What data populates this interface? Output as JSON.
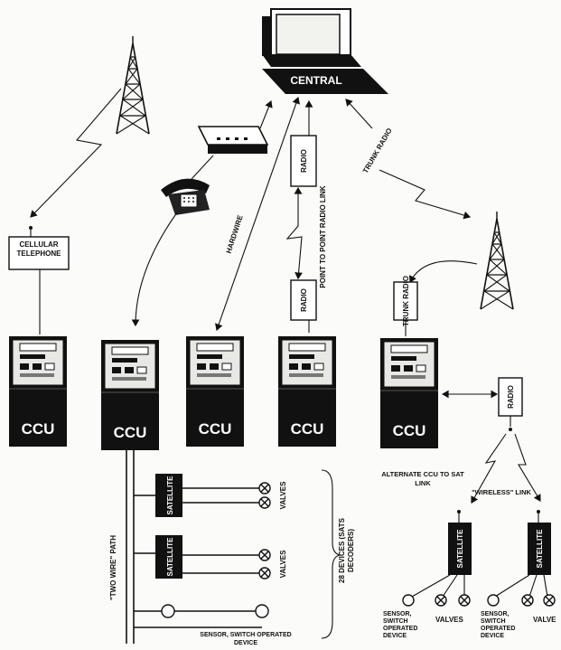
{
  "central": {
    "label": "CENTRAL"
  },
  "ccu_units": [
    {
      "label": "CCU"
    },
    {
      "label": "CCU"
    },
    {
      "label": "CCU"
    },
    {
      "label": "CCU"
    },
    {
      "label": "CCU"
    }
  ],
  "links": {
    "cellular_telephone": "CELLULAR TELEPHONE",
    "hardwire": "HARDWIRE",
    "radio_top": "RADIO",
    "radio_mid": "RADIO",
    "radio_right": "RADIO",
    "point_to_point": "POINT TO POINT RADIO LINK",
    "trunk_radio_top": "TRUNK RADIO",
    "trunk_radio_mid": "TRUNK RADIO"
  },
  "two_wire": {
    "path_label": "\"TWO WIRE\" PATH",
    "satellite_1": "SATELLITE",
    "satellite_2": "SATELLITE",
    "valves_1": "VALVES",
    "valves_2": "VALVES",
    "devices": "28 DEVICES (SATS DECODERS)",
    "sensor": "SENSOR, SWITCH OPERATED DEVICE"
  },
  "wireless": {
    "alternate": "ALTERNATE CCU TO SAT LINK",
    "wireless_link": "\"WIRELESS\" LINK",
    "satellite_a": "SATELLITE",
    "satellite_b": "SATELLITE",
    "sensor_a": "SENSOR, SWITCH OPERATED DEVICE",
    "valves_a": "VALVES",
    "sensor_b": "SENSOR, SWITCH OPERATED DEVICE",
    "valves_b": "VALVE"
  }
}
